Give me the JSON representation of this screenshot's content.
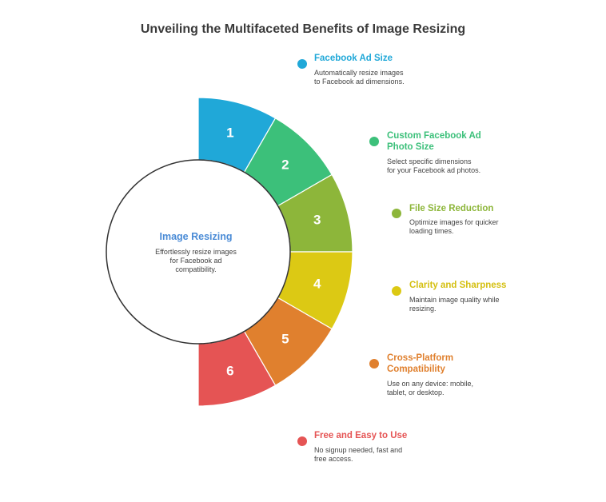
{
  "title": "Unveiling the Multifaceted Benefits of Image Resizing",
  "center": {
    "title": "Image Resizing",
    "description_lines": [
      "Effortlessly resize images",
      "for Facebook ad",
      "compatibility."
    ]
  },
  "colors": {
    "center_title": "#4a8bd6",
    "segments": [
      "#20a8d8",
      "#3cc07a",
      "#8db63a",
      "#dcc914",
      "#e0802e",
      "#e55454"
    ]
  },
  "items": [
    {
      "number": "1",
      "title_lines": [
        "Facebook Ad Size"
      ],
      "desc_lines": [
        "Automatically resize images",
        "to Facebook ad dimensions."
      ],
      "color": "#20a8d8"
    },
    {
      "number": "2",
      "title_lines": [
        "Custom Facebook Ad",
        "Photo Size"
      ],
      "desc_lines": [
        "Select specific dimensions",
        "for your Facebook ad photos."
      ],
      "color": "#3cc07a"
    },
    {
      "number": "3",
      "title_lines": [
        "File Size Reduction"
      ],
      "desc_lines": [
        "Optimize images for quicker",
        "loading times."
      ],
      "color": "#8db63a"
    },
    {
      "number": "4",
      "title_lines": [
        "Clarity and Sharpness"
      ],
      "desc_lines": [
        "Maintain image quality while",
        "resizing."
      ],
      "color": "#d4bf10"
    },
    {
      "number": "5",
      "title_lines": [
        "Cross-Platform",
        "Compatibility"
      ],
      "desc_lines": [
        "Use on any device: mobile,",
        "tablet, or desktop."
      ],
      "color": "#e0802e"
    },
    {
      "number": "6",
      "title_lines": [
        "Free and Easy to Use"
      ],
      "desc_lines": [
        "No signup needed, fast and",
        "free access."
      ],
      "color": "#e55454"
    }
  ]
}
